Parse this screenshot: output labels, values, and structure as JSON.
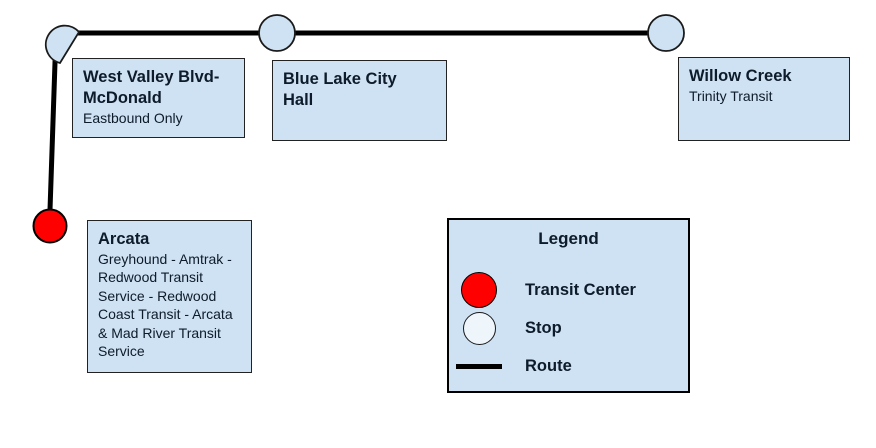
{
  "colors": {
    "canvas_bg": "#ffffff",
    "box_fill": "#cfe2f3",
    "box_border": "#222222",
    "stop_fill": "#cfe2f3",
    "marker_border": "#1a1a1a",
    "transit_center_fill": "#fe0000",
    "legend_border": "#000000",
    "legend_stop_fill": "#eef5fb",
    "route_color": "#000000",
    "text_color": "#0d1b2a"
  },
  "stations": [
    {
      "title": "West Valley Blvd-McDonald",
      "subtitle": "Eastbound Only"
    },
    {
      "title": "Blue Lake City Hall",
      "subtitle": ""
    },
    {
      "title": "Willow Creek",
      "subtitle": "Trinity Transit"
    },
    {
      "title": "Arcata",
      "subtitle": "Greyhound - Amtrak - Redwood Transit Service - Redwood Coast Transit - Arcata & Mad River Transit Service"
    }
  ],
  "legend": {
    "title": "Legend",
    "items": [
      {
        "label": "Transit Center"
      },
      {
        "label": "Stop"
      },
      {
        "label": "Route"
      }
    ]
  }
}
